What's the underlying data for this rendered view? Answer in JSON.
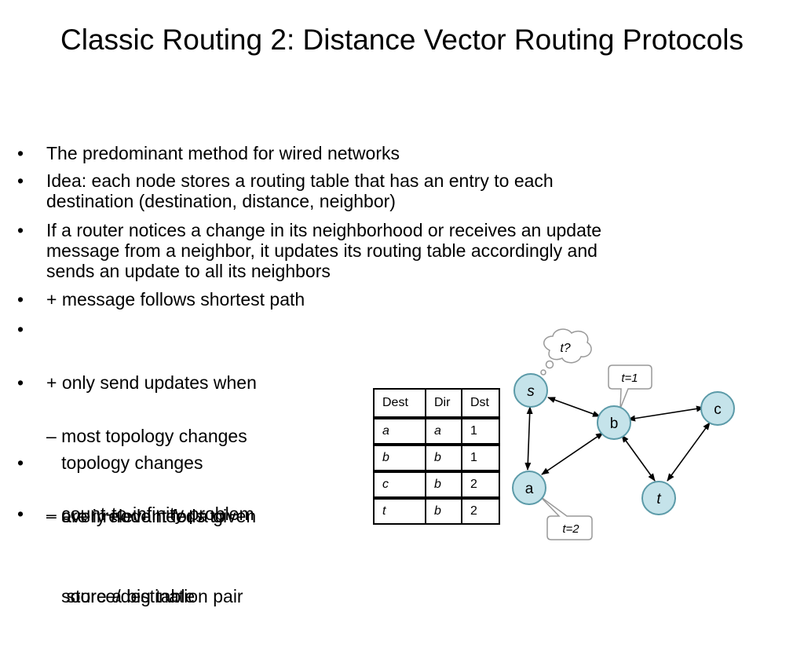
{
  "title": "Classic Routing 2: Distance Vector Routing Protocols",
  "bullets": [
    {
      "marker": "•",
      "lines": [
        "The predominant method for wired networks"
      ]
    },
    {
      "marker": "•",
      "lines": [
        "Idea: each node stores a routing table that has an entry to each",
        "destination (destination, distance, neighbor)"
      ]
    },
    {
      "marker": "•",
      "lines": [
        "If a router notices a change in its neighborhood or receives an update",
        "message from a neighbor, it updates its routing table accordingly and",
        "sends an update to all its neighbors"
      ]
    },
    {
      "marker": "•",
      "lines": [
        "+ message follows shortest path"
      ]
    },
    {
      "marker": "•",
      "lines": [
        "+ only send updates when",
        "   topology changes"
      ]
    },
    {
      "marker": "•",
      "lines": [
        "– most topology changes",
        "   are irrelevant for a given",
        "   source/destination pair"
      ]
    },
    {
      "marker": "•",
      "lines": [
        "– every node needs to",
        "    store a big table"
      ]
    },
    {
      "marker": "•",
      "lines": [
        "– count-to-infinity problem"
      ]
    }
  ],
  "routing_table": {
    "headers": [
      "Dest",
      "Dir",
      "Dst"
    ],
    "rows": [
      [
        "a",
        "a",
        "1"
      ],
      [
        "b",
        "b",
        "1"
      ],
      [
        "c",
        "b",
        "2"
      ],
      [
        "t",
        "b",
        "2"
      ]
    ]
  },
  "graph": {
    "nodes": {
      "s": "s",
      "b": "b",
      "c": "c",
      "a": "a",
      "t": "t"
    },
    "callouts": {
      "thought": "t?",
      "b": "t=1",
      "a": "t=2"
    },
    "colors": {
      "node_fill": "#c5e3ea",
      "node_stroke": "#5b9aa8",
      "callout_stroke": "#999999"
    }
  }
}
